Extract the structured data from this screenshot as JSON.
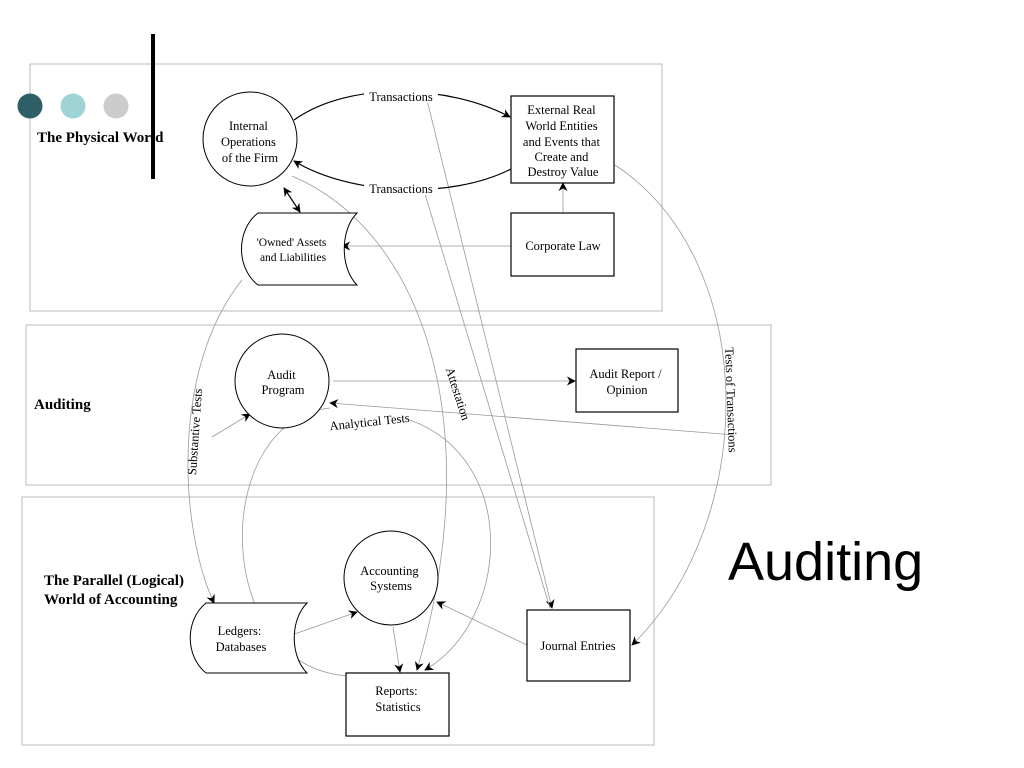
{
  "slide": {
    "title": "Auditing",
    "bullet_colors": [
      "#2e5f66",
      "#9fd3d6",
      "#cccccc"
    ]
  },
  "sections": {
    "physical": [
      "The Physical World"
    ],
    "auditing": [
      "Auditing"
    ],
    "accounting": [
      "The Parallel (Logical)",
      "World of Accounting"
    ]
  },
  "nodes": {
    "internal_ops": [
      "Internal",
      "Operations",
      "of the Firm"
    ],
    "external": [
      "External Real",
      "World Entities",
      "and Events that",
      "Create and",
      "Destroy Value"
    ],
    "owned_assets": [
      "'Owned' Assets",
      "and Liabilities"
    ],
    "corporate_law": [
      "Corporate Law"
    ],
    "audit_program": [
      "Audit",
      "Program"
    ],
    "audit_report": [
      "Audit Report /",
      "Opinion"
    ],
    "accounting_systems": [
      "Accounting",
      "Systems"
    ],
    "ledgers": [
      "Ledgers:",
      "Databases"
    ],
    "journal_entries": [
      "Journal Entries"
    ],
    "reports": [
      "Reports:",
      "Statistics"
    ]
  },
  "edges": {
    "transactions_top": "Transactions",
    "transactions_bottom": "Transactions",
    "substantive_tests": "Substantive Tests",
    "attestation": "Attestation",
    "analytical_tests": "Analytical Tests",
    "tests_of_transactions": "Tests of Transactions"
  }
}
